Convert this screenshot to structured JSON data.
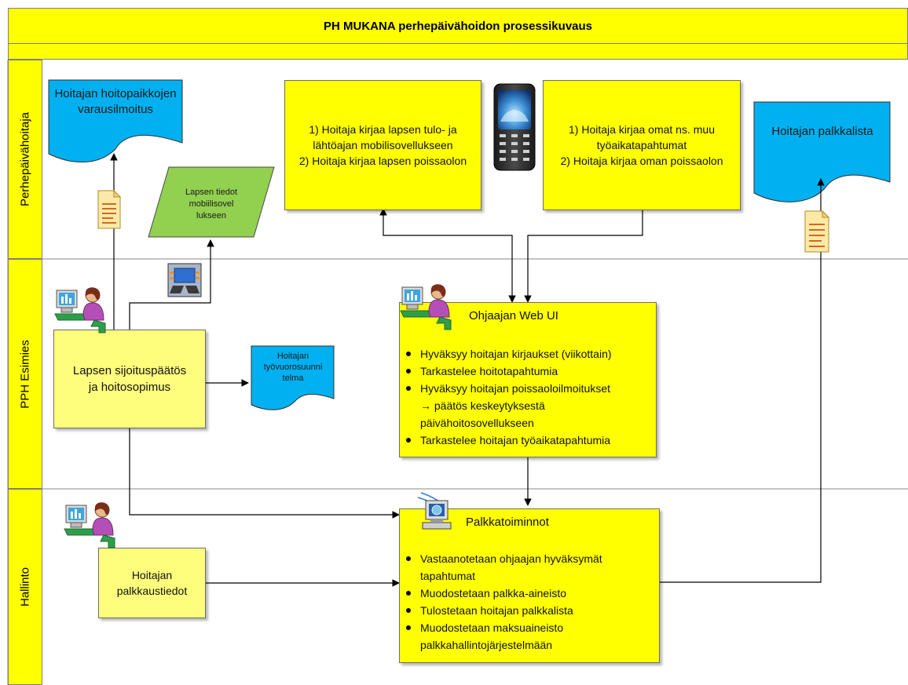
{
  "title": "PH MUKANA perhepäivähoidon prosessikuvaus",
  "lanes": [
    {
      "label": "Perhepäivähoitaja"
    },
    {
      "label": "PPH Esimies"
    },
    {
      "label": "Hallinto"
    }
  ],
  "nodes": {
    "hoitopaikat_doc": "Hoitajan hoitopaikkojen varausilmoitus",
    "lapsen_tiedot": "Lapsen tiedot mobiilisovel lukseen",
    "mobile_left_line1": "1) Hoitaja kirjaa lapsen tulo- ja lähtöajan mobilisovellukseen",
    "mobile_left_line2": "2) Hoitaja kirjaa lapsen poissaolon",
    "mobile_right_line1": "1) Hoitaja kirjaa omat ns. muu työaikatapahtumat",
    "mobile_right_line2": "2) Hoitaja kirjaa oman poissaolon",
    "palkkalista_doc": "Hoitajan palkkalista",
    "sijoituspaatos": "Lapsen sijoituspäätös ja hoitosopimus",
    "tyovuoro_doc": "Hoitajan työvuorosuunni telma",
    "palkkaustiedot": "Hoitajan palkkaustiedot"
  },
  "web_ui": {
    "title": "Ohjaajan Web UI",
    "items": [
      "Hyväksyy hoitajan kirjaukset (viikottain)",
      "Tarkastelee hoitotapahtumia",
      "Hyväksyy hoitajan poissaoloilmoitukset",
      "→ päätös keskeytyksestä päivähoitosovellukseen",
      "Tarkastelee hoitajan työaikatapahtumia"
    ]
  },
  "palkka": {
    "title": "Palkkatoiminnot",
    "items": [
      "Vastaanotetaan ohjaajan hyväksymät tapahtumat",
      "Muodostetaan palkka-aineisto",
      "Tulostetaan hoitajan palkkalista",
      "Muodostetaan maksuaineisto palkkahallintojärjestelmään"
    ]
  },
  "icons": [
    "mobile-phone-icon",
    "person-at-computer-icon",
    "document-icon",
    "network-connector-icon",
    "web-computer-icon"
  ],
  "colors": {
    "yellow": "#ffff00",
    "light_yellow": "#fffd7c",
    "blue": "#00b0f0",
    "green": "#92d050"
  }
}
